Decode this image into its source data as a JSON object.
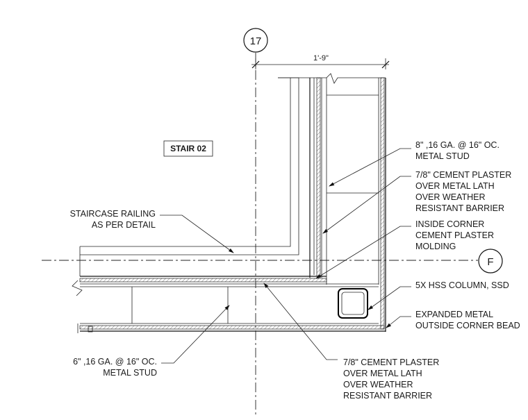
{
  "grid": {
    "vertical_bubble": "17",
    "horizontal_bubble": "F"
  },
  "dimension": "1'-9\"",
  "room_tag": "STAIR 02",
  "callouts": {
    "metal_stud_8": [
      "8\" ,16 GA. @ 16\" OC.",
      "METAL STUD"
    ],
    "cement_plaster_right": [
      "7/8\" CEMENT PLASTER",
      "OVER METAL LATH",
      "OVER WEATHER",
      "RESISTANT BARRIER"
    ],
    "inside_corner": [
      "INSIDE CORNER",
      "CEMENT PLASTER",
      "MOLDING"
    ],
    "hss_column": [
      "5X HSS COLUMN, SSD"
    ],
    "corner_bead": [
      "EXPANDED METAL",
      "OUTSIDE CORNER BEAD"
    ],
    "staircase_railing": [
      "STAIRCASE RAILING",
      "AS PER DETAIL"
    ],
    "metal_stud_6": [
      "6\" ,16 GA. @ 16\" OC.",
      "METAL STUD"
    ],
    "cement_plaster_bottom": [
      "7/8\" CEMENT PLASTER",
      "OVER METAL LATH",
      "OVER WEATHER",
      "RESISTANT BARRIER"
    ]
  }
}
